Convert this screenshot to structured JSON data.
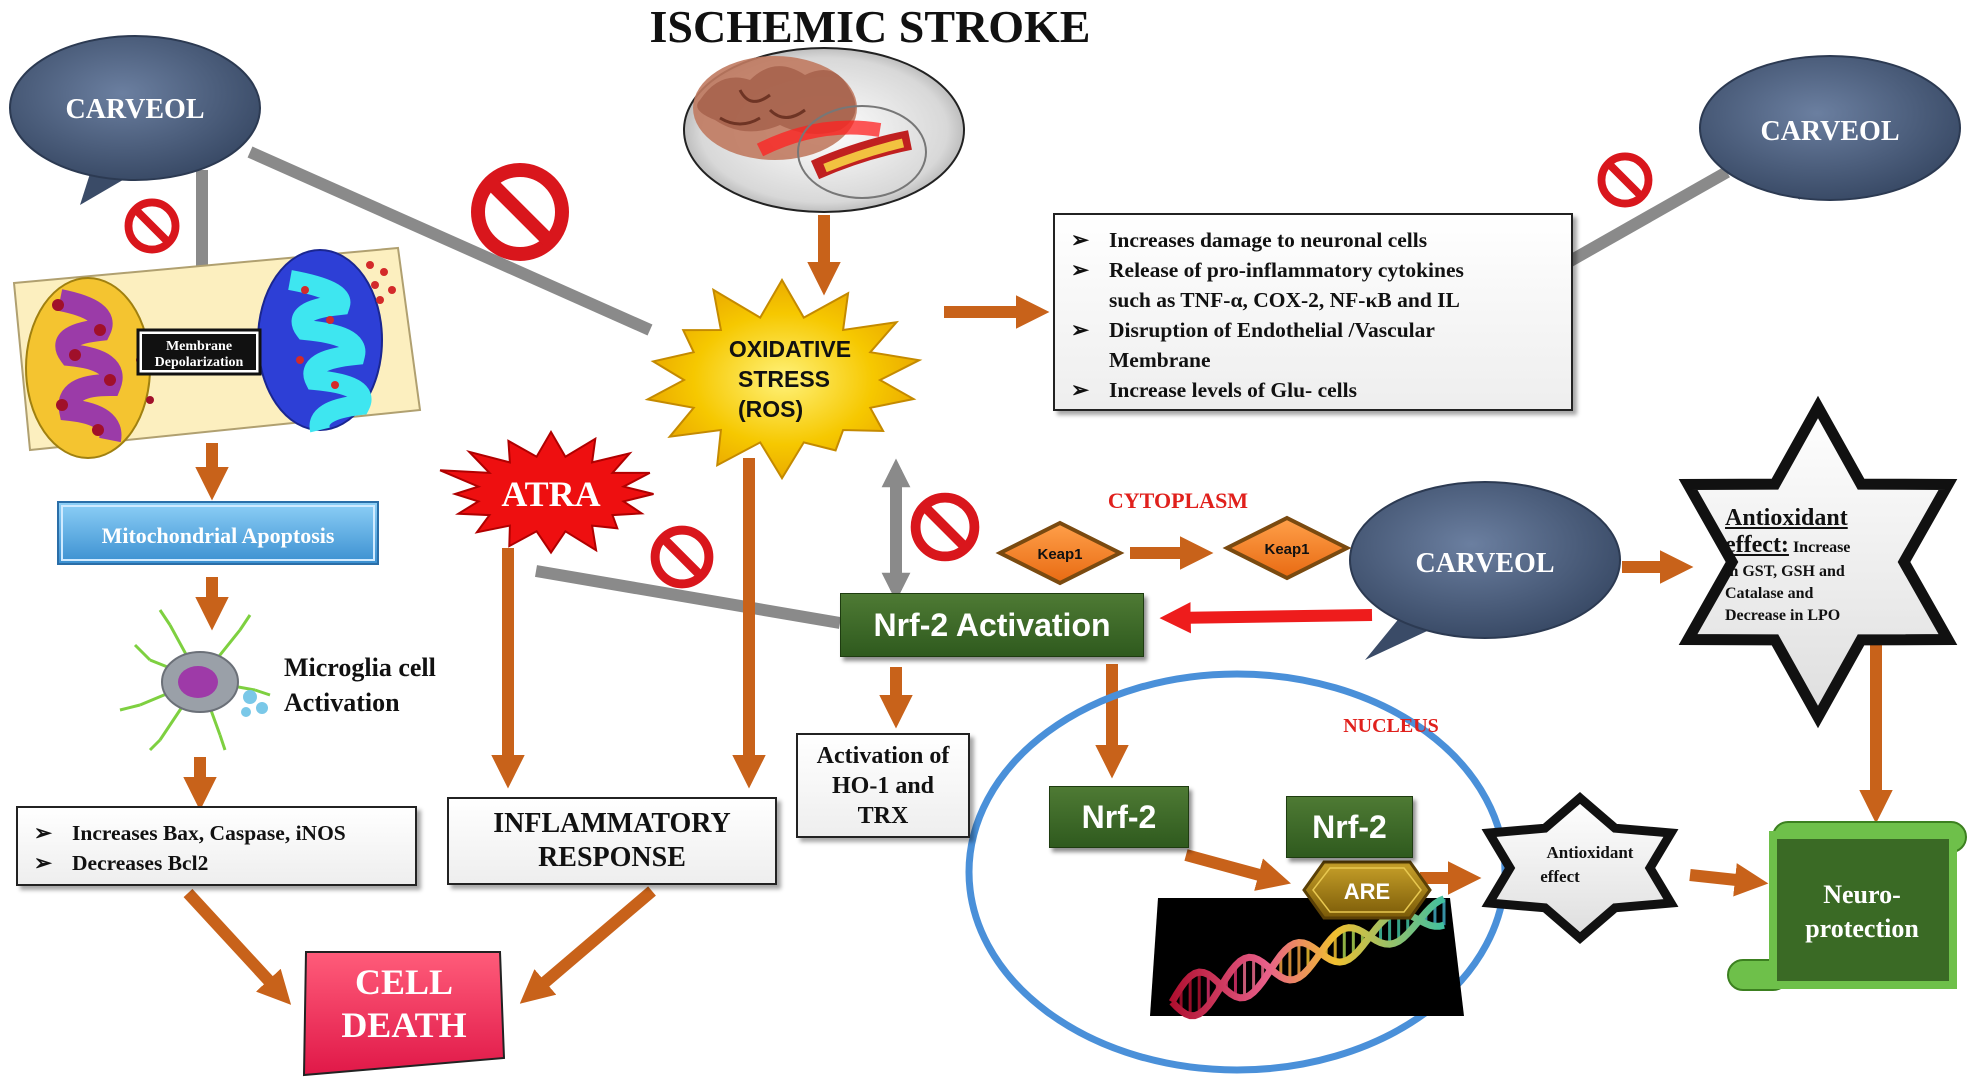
{
  "title": "ISCHEMIC STROKE",
  "carveol_label": "CARVEOL",
  "mitochondria": {
    "membrane_label_line1": "Membrane",
    "membrane_label_line2": "Depolarization"
  },
  "mitochondrial_apoptosis": "Mitochondrial Apoptosis",
  "microglia": {
    "line1": "Microglia cell",
    "line2": "Activation"
  },
  "bax_box": {
    "items": [
      "Increases Bax, Caspase, iNOS",
      "Decreases Bcl2"
    ]
  },
  "cell_death": {
    "line1": "CELL",
    "line2": "DEATH"
  },
  "oxidative_stress": {
    "line1": "OXIDATIVE",
    "line2": "STRESS",
    "line3": "(ROS)"
  },
  "effects_box": {
    "items": [
      "Increases damage to neuronal cells",
      "Release of pro-inflammatory cytokines",
      "such as TNF-α, COX-2, NF-κB and IL",
      "Disruption of Endothelial /Vascular",
      "Membrane",
      "Increase levels of Glu- cells"
    ]
  },
  "atra": "ATRA",
  "inflammatory": {
    "line1": "INFLAMMATORY",
    "line2": "RESPONSE"
  },
  "cytoplasm": "CYTOPLASM",
  "keap1": "Keap1",
  "nrf2_activation": "Nrf-2 Activation",
  "ho1_box": {
    "line1": "Activation of",
    "line2": "HO-1 and",
    "line3": "TRX"
  },
  "antioxidant_star": {
    "heading_line1": "Antioxidant",
    "heading_line2": "effect:",
    "line1": "Increase",
    "line2": "in GST, GSH and",
    "line3": "Catalase and",
    "line4": "Decrease in LPO"
  },
  "nucleus": "NUCLEUS",
  "nrf2": "Nrf-2",
  "are": "ARE",
  "antioxidant_small": {
    "line1": "Antioxidant",
    "line2": "effect"
  },
  "neuroprotection": {
    "line1": "Neuro-",
    "line2": "protection"
  },
  "bullet_glyph": "➢",
  "colors": {
    "arrow_orange": "#c8621a",
    "bubble": "#4a5d7c",
    "inhibit_red": "#d9161c",
    "nrf_green": "#3a6a25",
    "nucleus_blue": "#4a90d9",
    "cell_death_pink": "#f0335a",
    "apoptosis_blue": "#5aa7e0",
    "red_arrow": "#ee1c1c"
  },
  "icons": [
    "inhibit-icon",
    "brain-artery-icon",
    "mitochondria-icon",
    "microglia-icon",
    "dna-helix-icon",
    "scroll-icon"
  ]
}
